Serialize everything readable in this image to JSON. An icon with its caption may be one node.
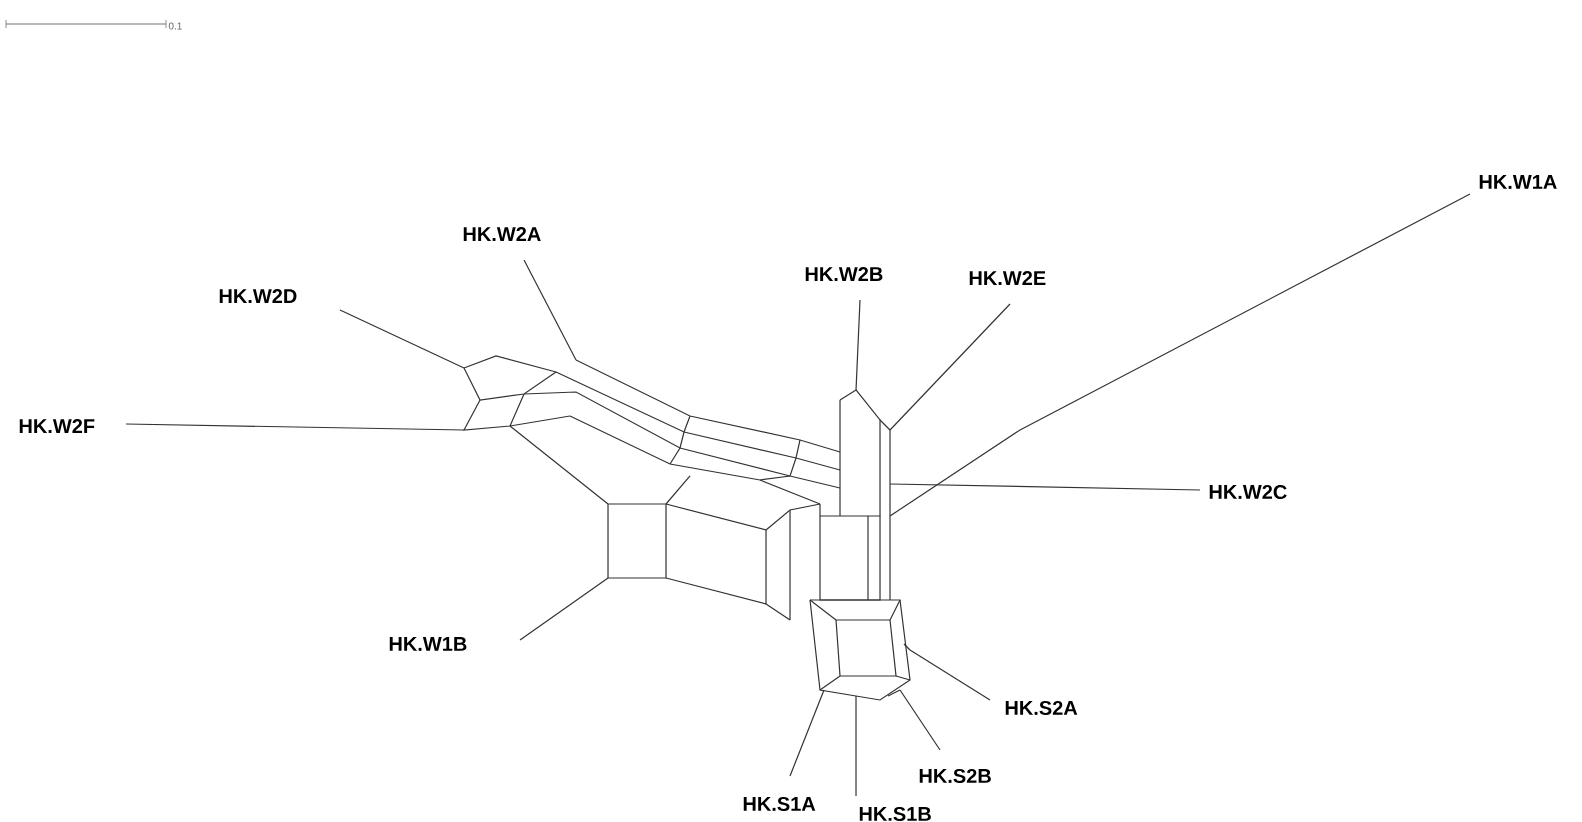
{
  "diagram": {
    "labels": [
      "0.1",
      "HK.W1A",
      "HK.W2A",
      "HK.W2B",
      "HK.W2E",
      "HK.W2D",
      "HK.W2F",
      "HK.W2C",
      "HK.W1B",
      "HK.S2A",
      "HK.S2B",
      "HK.S1A",
      "HK.S1B"
    ]
  }
}
